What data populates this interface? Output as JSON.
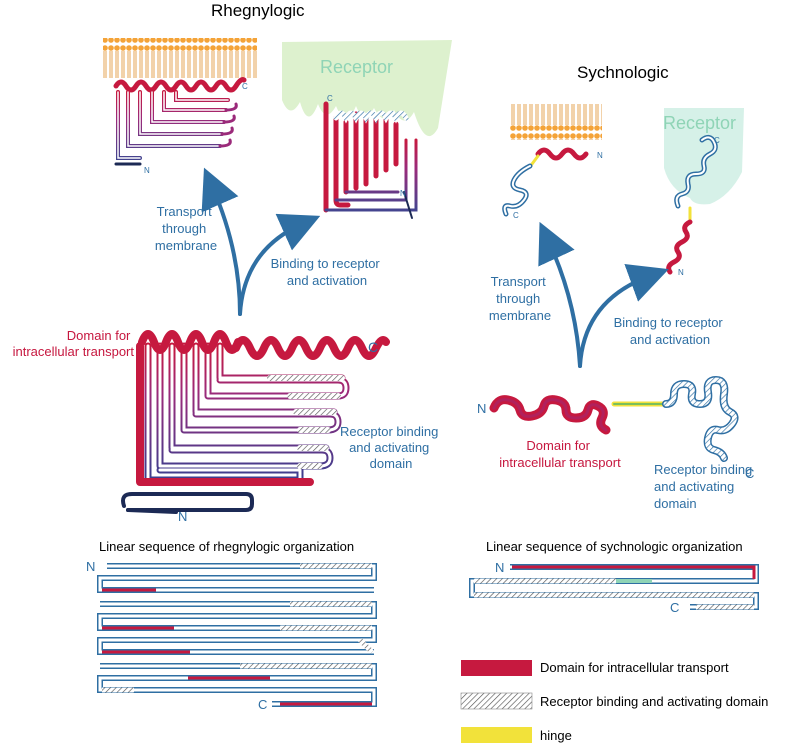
{
  "colors": {
    "transport_domain": "#c6193f",
    "purple": "#7a2f8f",
    "blue": "#2f6fa3",
    "dark_navy": "#1c2a55",
    "membrane_orange": "#f4a338",
    "receptor_green": "#d7efc6",
    "receptor_teal": "#d2efe6",
    "hinge_yellow": "#f2e23a"
  },
  "rhegnylogic": {
    "title": "Rhegnylogic",
    "receptor_label": "Receptor",
    "arrow_left_label": [
      "Transport",
      "through",
      "membrane"
    ],
    "arrow_right_label": [
      "Binding to receptor",
      "and activation"
    ],
    "domain_transport_label": [
      "Domain for",
      "intracellular transport"
    ],
    "domain_receptor_label": [
      "Receptor binding",
      "and activating",
      "domain"
    ],
    "n_label": "N",
    "c_label": "C",
    "linear_title": "Linear sequence of rhegnylogic organization"
  },
  "sychnologic": {
    "title": "Sychnologic",
    "receptor_label": "Receptor",
    "arrow_left_label": [
      "Transport",
      "through",
      "membrane"
    ],
    "arrow_right_label": [
      "Binding to receptor",
      "and activation"
    ],
    "domain_transport_label": [
      "Domain for",
      "intracellular transport"
    ],
    "domain_receptor_label": [
      "Receptor binding",
      "and activating",
      "domain"
    ],
    "n_label": "N",
    "c_label": "C",
    "linear_title": "Linear sequence of sychnologic organization"
  },
  "legend": {
    "items": [
      {
        "key": "transport",
        "label": "Domain for intracellular transport"
      },
      {
        "key": "receptor",
        "label": "Receptor binding and activating domain"
      },
      {
        "key": "hinge",
        "label": "hinge"
      }
    ]
  }
}
